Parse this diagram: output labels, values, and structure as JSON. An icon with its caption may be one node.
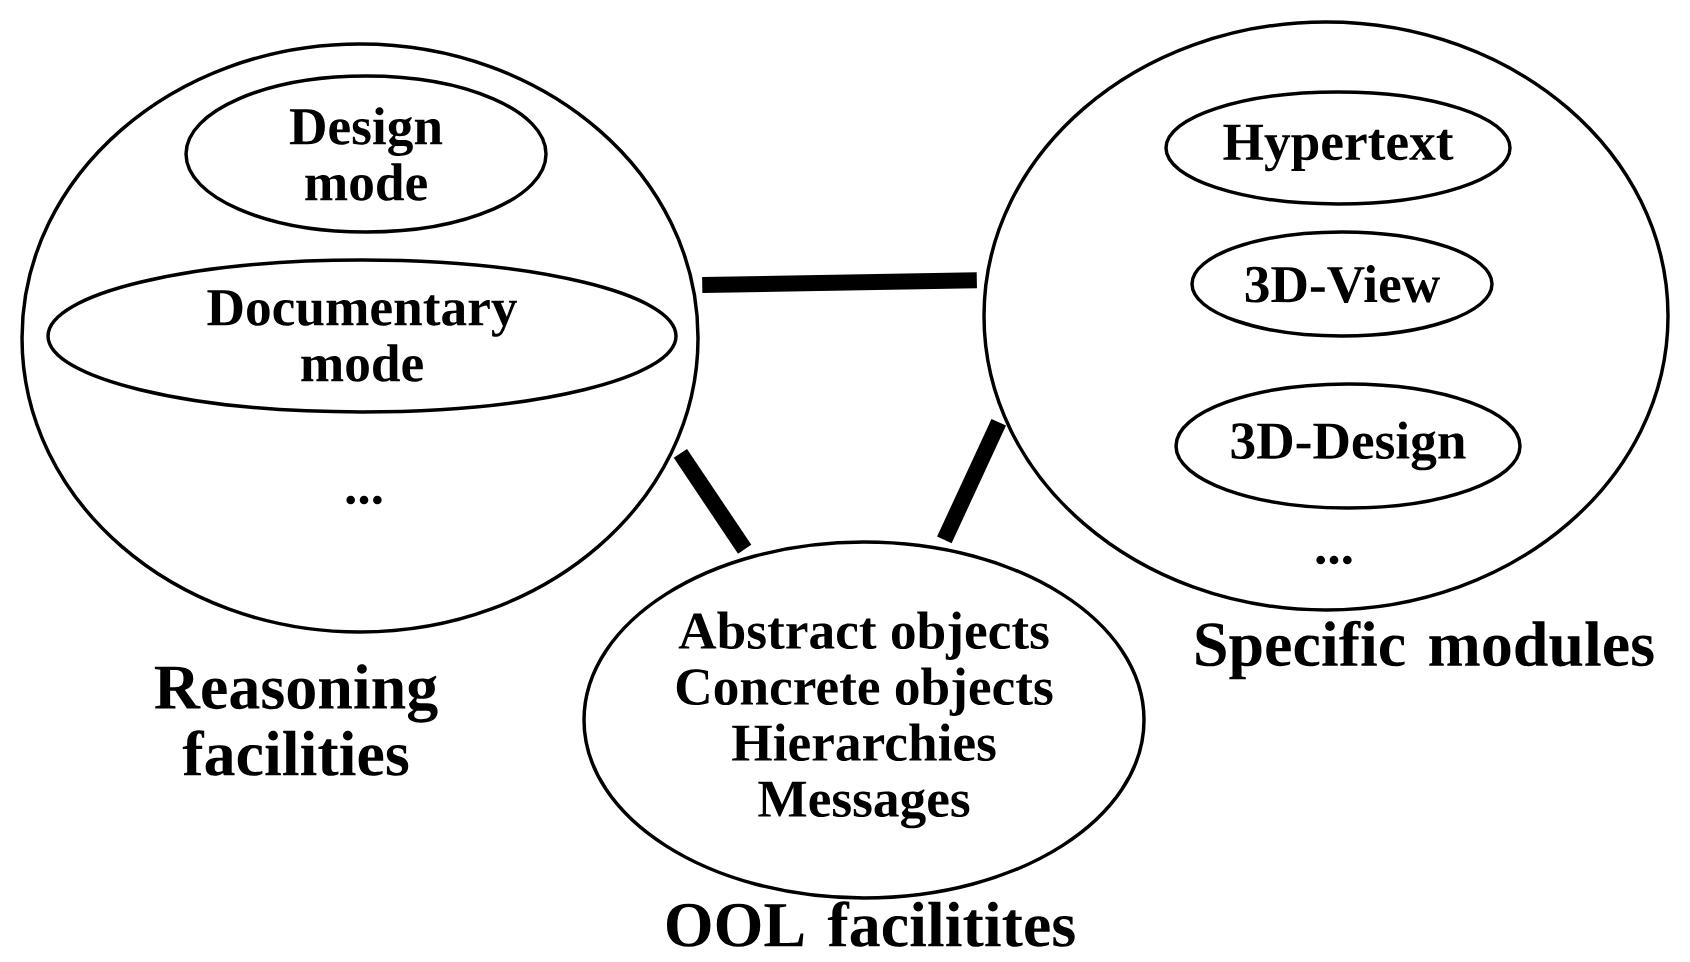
{
  "diagram": {
    "nodes": [
      {
        "text": [
          "...",
          "Reasoning facilities"
        ]
      },
      {
        "text": [
          "Design mode"
        ],
        "in": 0
      },
      {
        "text": [
          "Documentary mode"
        ],
        "in": 0
      },
      {
        "text": [
          "...",
          "Specific modules"
        ]
      },
      {
        "text": [
          "Hypertext"
        ],
        "in": 3
      },
      {
        "text": [
          "3D-View"
        ],
        "in": 3
      },
      {
        "text": [
          "3D-Design"
        ],
        "in": 3
      },
      {
        "text": [
          "Abstract objects",
          "Concrete objects",
          "Hierarchies",
          "Messages",
          "OOL facilitites"
        ]
      }
    ],
    "edges": [
      {
        "from": 0,
        "to": 3,
        "arrow": "none"
      },
      {
        "from": 0,
        "to": 7,
        "arrow": "none"
      },
      {
        "from": 7,
        "to": 3,
        "arrow": "none"
      }
    ]
  }
}
